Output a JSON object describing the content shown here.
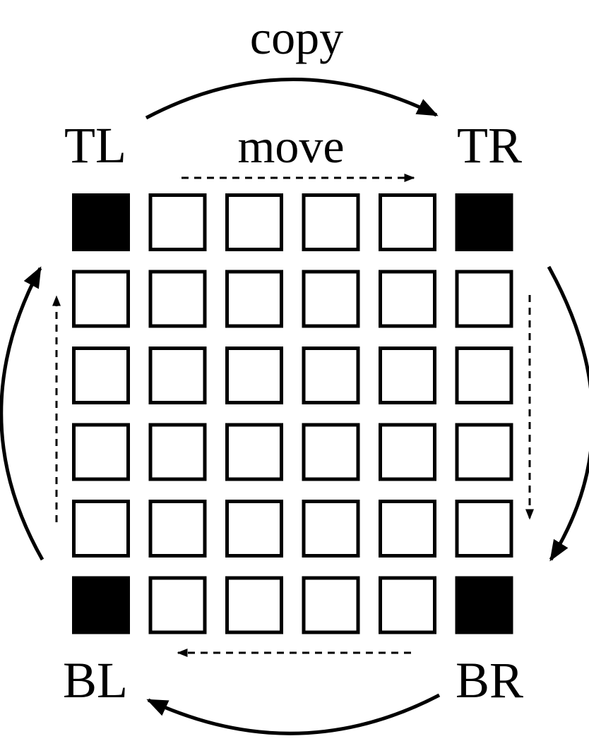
{
  "labels": {
    "copy": "copy",
    "move": "move",
    "top_left": "TL",
    "top_right": "TR",
    "bottom_left": "BL",
    "bottom_right": "BR"
  },
  "grid": {
    "rows": 6,
    "cols": 6,
    "filled_cells": [
      [
        0,
        0
      ],
      [
        0,
        5
      ],
      [
        5,
        0
      ],
      [
        5,
        5
      ]
    ]
  },
  "colors": {
    "stroke": "#000000",
    "fill": "#000000",
    "background": "#ffffff"
  }
}
